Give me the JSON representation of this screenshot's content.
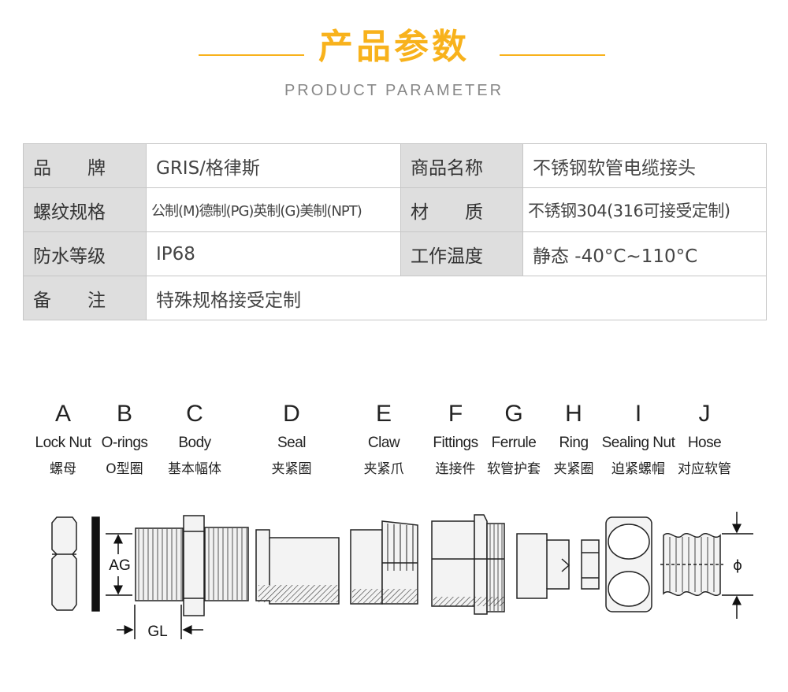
{
  "header": {
    "title": "产品参数",
    "subtitle": "PRODUCT PARAMETER",
    "accent_color": "#f8b21c"
  },
  "params": {
    "rows": [
      {
        "k1": "品　　牌",
        "v1": "GRIS/格律斯",
        "k2": "商品名称",
        "v2": "不锈钢软管电缆接头"
      },
      {
        "k1": "螺纹规格",
        "v1": "公制(M)德制(PG)英制(G)美制(NPT)",
        "k2": "材　　质",
        "v2": "不锈钢304(316可接受定制)"
      },
      {
        "k1": "防水等级",
        "v1": "IP68",
        "k2": "工作温度",
        "v2": "静态 -40°C~110°C"
      },
      {
        "k1": "备　　注",
        "v1": "特殊规格接受定制"
      }
    ]
  },
  "parts": [
    {
      "letter": "A",
      "en": "Lock Nut",
      "cn": "螺母"
    },
    {
      "letter": "B",
      "en": "O-rings",
      "cn": "O型圈"
    },
    {
      "letter": "C",
      "en": "Body",
      "cn": "基本幅体"
    },
    {
      "letter": "D",
      "en": "Seal",
      "cn": "夹紧圈"
    },
    {
      "letter": "E",
      "en": "Claw",
      "cn": "夹紧爪"
    },
    {
      "letter": "F",
      "en": "Fittings",
      "cn": "连接件"
    },
    {
      "letter": "G",
      "en": "Ferrule",
      "cn": "软管护套"
    },
    {
      "letter": "H",
      "en": "Ring",
      "cn": "夹紧圈"
    },
    {
      "letter": "I",
      "en": "Sealing Nut",
      "cn": "迫紧螺帽"
    },
    {
      "letter": "J",
      "en": "Hose",
      "cn": "对应软管"
    }
  ],
  "dimensions": {
    "ag": "AG",
    "gl": "GL",
    "phi": "ϕ"
  }
}
